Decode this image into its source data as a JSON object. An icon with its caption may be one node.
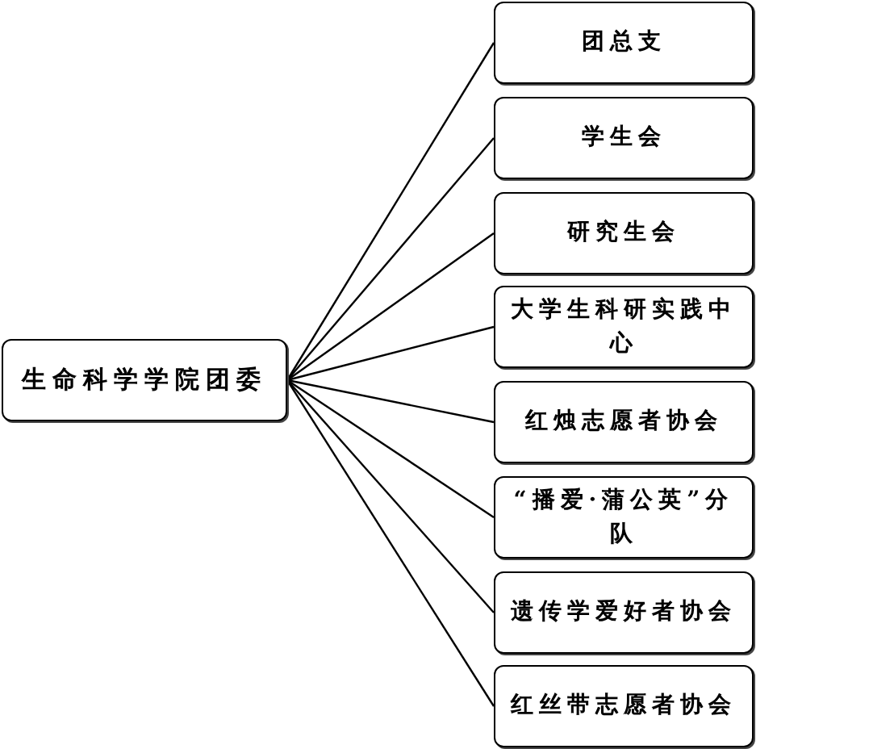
{
  "diagram": {
    "nodes": [
      {
        "text": [
          "生命科学学院团委"
        ]
      },
      {
        "text": [
          "团总支"
        ]
      },
      {
        "text": [
          "学生会"
        ]
      },
      {
        "text": [
          "研究生会"
        ]
      },
      {
        "text": [
          "大学生科研实践中心"
        ]
      },
      {
        "text": [
          "红烛志愿者协会"
        ]
      },
      {
        "text": [
          "“播爱·蒲公英”分队"
        ]
      },
      {
        "text": [
          "遗传学爱好者协会"
        ]
      },
      {
        "text": [
          "红丝带志愿者协会"
        ]
      }
    ],
    "edges": [
      {
        "from": 0,
        "to": 1,
        "arrow": "none"
      },
      {
        "from": 0,
        "to": 2,
        "arrow": "none"
      },
      {
        "from": 0,
        "to": 3,
        "arrow": "none"
      },
      {
        "from": 0,
        "to": 4,
        "arrow": "none"
      },
      {
        "from": 0,
        "to": 5,
        "arrow": "none"
      },
      {
        "from": 0,
        "to": 6,
        "arrow": "none"
      },
      {
        "from": 0,
        "to": 7,
        "arrow": "none"
      },
      {
        "from": 0,
        "to": 8,
        "arrow": "none"
      }
    ]
  }
}
